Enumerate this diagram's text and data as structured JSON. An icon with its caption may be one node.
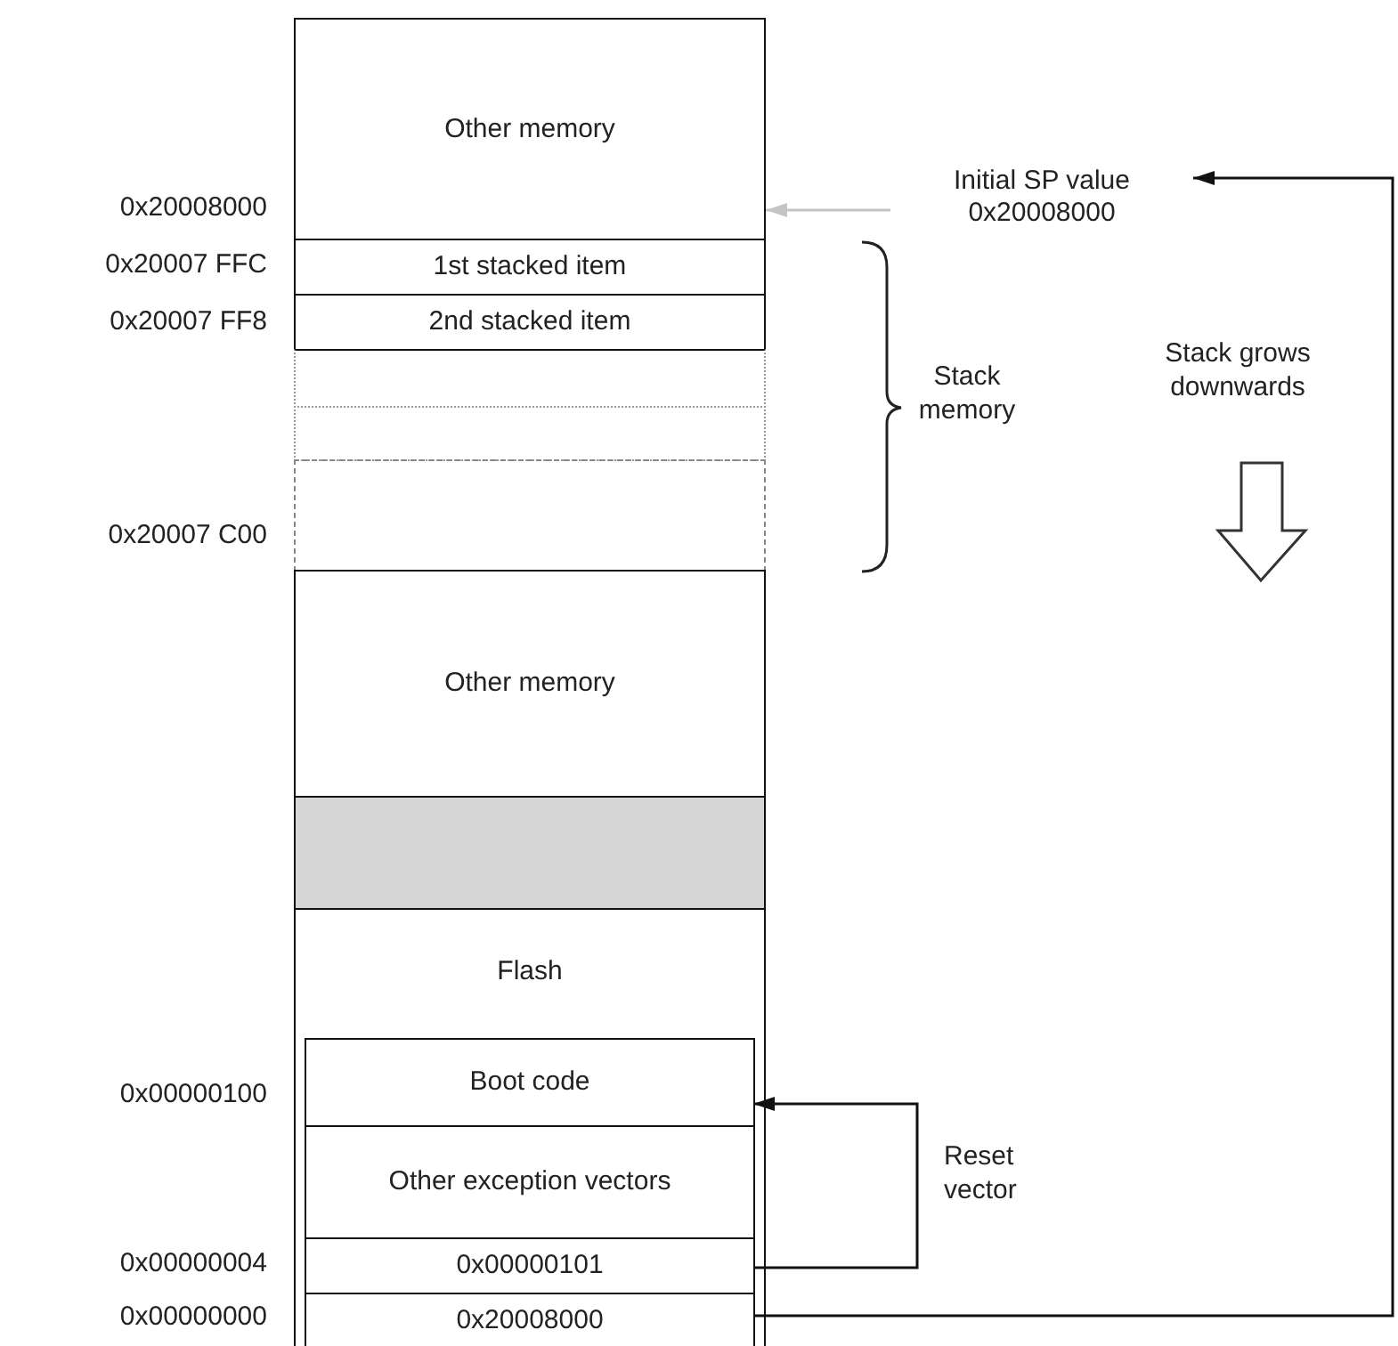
{
  "diagram": {
    "nodes": [
      {
        "text": [
          "Other memory"
        ]
      },
      {
        "text": [
          "1st stacked item"
        ]
      },
      {
        "text": [
          "2nd stacked item"
        ]
      },
      {
        "text": [],
        "shape": "box"
      },
      {
        "text": [],
        "shape": "box"
      },
      {
        "text": [],
        "shape": "box"
      },
      {
        "text": [
          "Other memory"
        ]
      },
      {
        "text": [],
        "shape": "box"
      },
      {
        "text": [
          "Flash"
        ]
      },
      {
        "text": [
          "Boot code"
        ],
        "in": 8
      },
      {
        "text": [
          "Other exception vectors"
        ],
        "in": 8
      },
      {
        "text": [
          "0x00000101"
        ],
        "in": 8
      },
      {
        "text": [
          "0x20008000"
        ],
        "in": 8
      },
      {
        "text": [
          "Initial SP value",
          "0x20008000"
        ]
      }
    ],
    "edges": [
      {
        "from": 12,
        "to": 13,
        "arrow": "to"
      },
      {
        "from": 13,
        "to": 0,
        "arrow": "to",
        "color": "#c4c4c4"
      },
      {
        "from": 11,
        "to": 9,
        "arrow": "to",
        "label": "Reset vector"
      }
    ],
    "labels": [
      "0x20008000",
      "0x20007 FFC",
      "0x20007 FF8",
      "Stack memory",
      "Stack grows downwards",
      "0x20007 C00",
      "0x00000100",
      "0x00000004",
      "0x00000000"
    ]
  }
}
